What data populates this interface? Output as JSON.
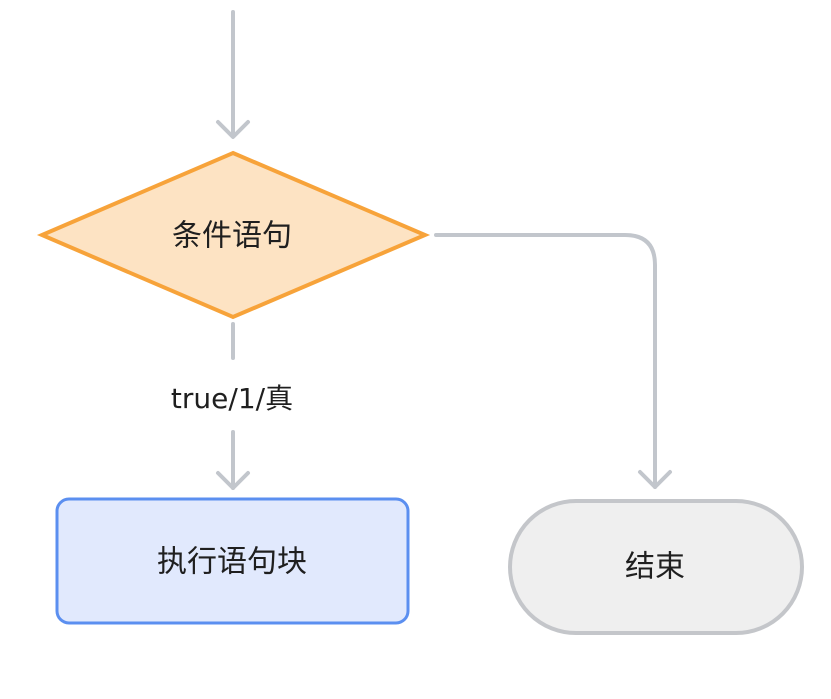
{
  "nodes": {
    "condition": {
      "label": "条件语句",
      "fill": "#fde3c3",
      "stroke": "#f7a33a"
    },
    "block": {
      "label": "执行语句块",
      "fill": "#e1e9fd",
      "stroke": "#5b8ff0"
    },
    "end": {
      "label": "结束",
      "fill": "#efefef",
      "stroke": "#c4c6ca"
    }
  },
  "edges": {
    "true_branch": {
      "label": "true/1/真"
    }
  },
  "colors": {
    "edge": "#c2c6cc"
  }
}
